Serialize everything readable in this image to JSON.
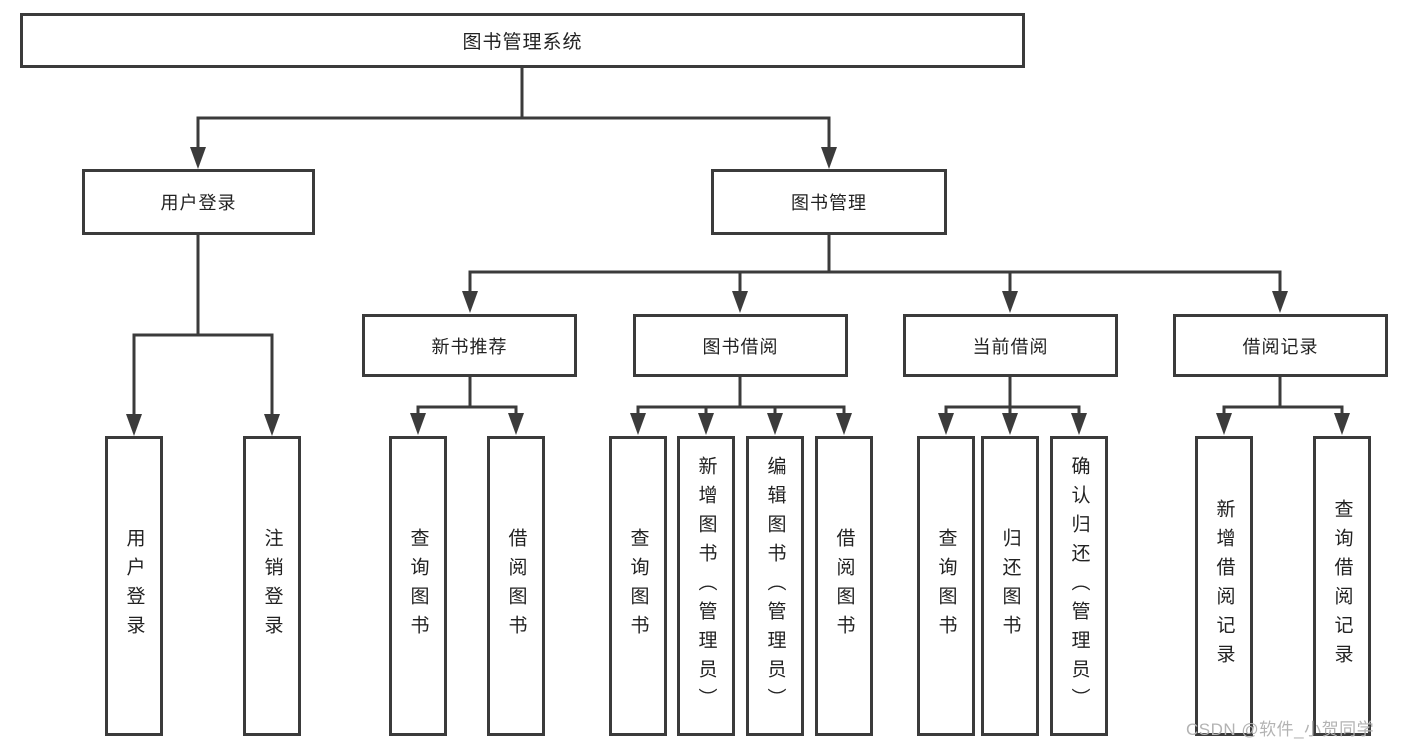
{
  "colors": {
    "background": "#ffffff",
    "line": "#3b3b3b",
    "box_border": "#3b3b3b",
    "text": "#222222",
    "watermark": "#b3b3b3"
  },
  "tree": {
    "root": {
      "label": "图书管理系统"
    },
    "level2": [
      {
        "label": "用户登录"
      },
      {
        "label": "图书管理"
      }
    ],
    "level3": [
      {
        "label": "新书推荐",
        "parent": "图书管理"
      },
      {
        "label": "图书借阅",
        "parent": "图书管理"
      },
      {
        "label": "当前借阅",
        "parent": "图书管理"
      },
      {
        "label": "借阅记录",
        "parent": "图书管理"
      }
    ],
    "leaves": [
      {
        "label": "用户登录",
        "parent": "用户登录"
      },
      {
        "label": "注销登录",
        "parent": "用户登录"
      },
      {
        "label": "查询图书",
        "parent": "新书推荐"
      },
      {
        "label": "借阅图书",
        "parent": "新书推荐"
      },
      {
        "label": "查询图书",
        "parent": "图书借阅"
      },
      {
        "label": "新增图书（管理员）",
        "parent": "图书借阅"
      },
      {
        "label": "编辑图书（管理员）",
        "parent": "图书借阅"
      },
      {
        "label": "借阅图书",
        "parent": "图书借阅"
      },
      {
        "label": "查询图书",
        "parent": "当前借阅"
      },
      {
        "label": "归还图书",
        "parent": "当前借阅"
      },
      {
        "label": "确认归还（管理员）",
        "parent": "当前借阅"
      },
      {
        "label": "新增借阅记录",
        "parent": "借阅记录"
      },
      {
        "label": "查询借阅记录",
        "parent": "借阅记录"
      }
    ]
  },
  "watermark": {
    "text": "CSDN @软件_小贺同学"
  }
}
